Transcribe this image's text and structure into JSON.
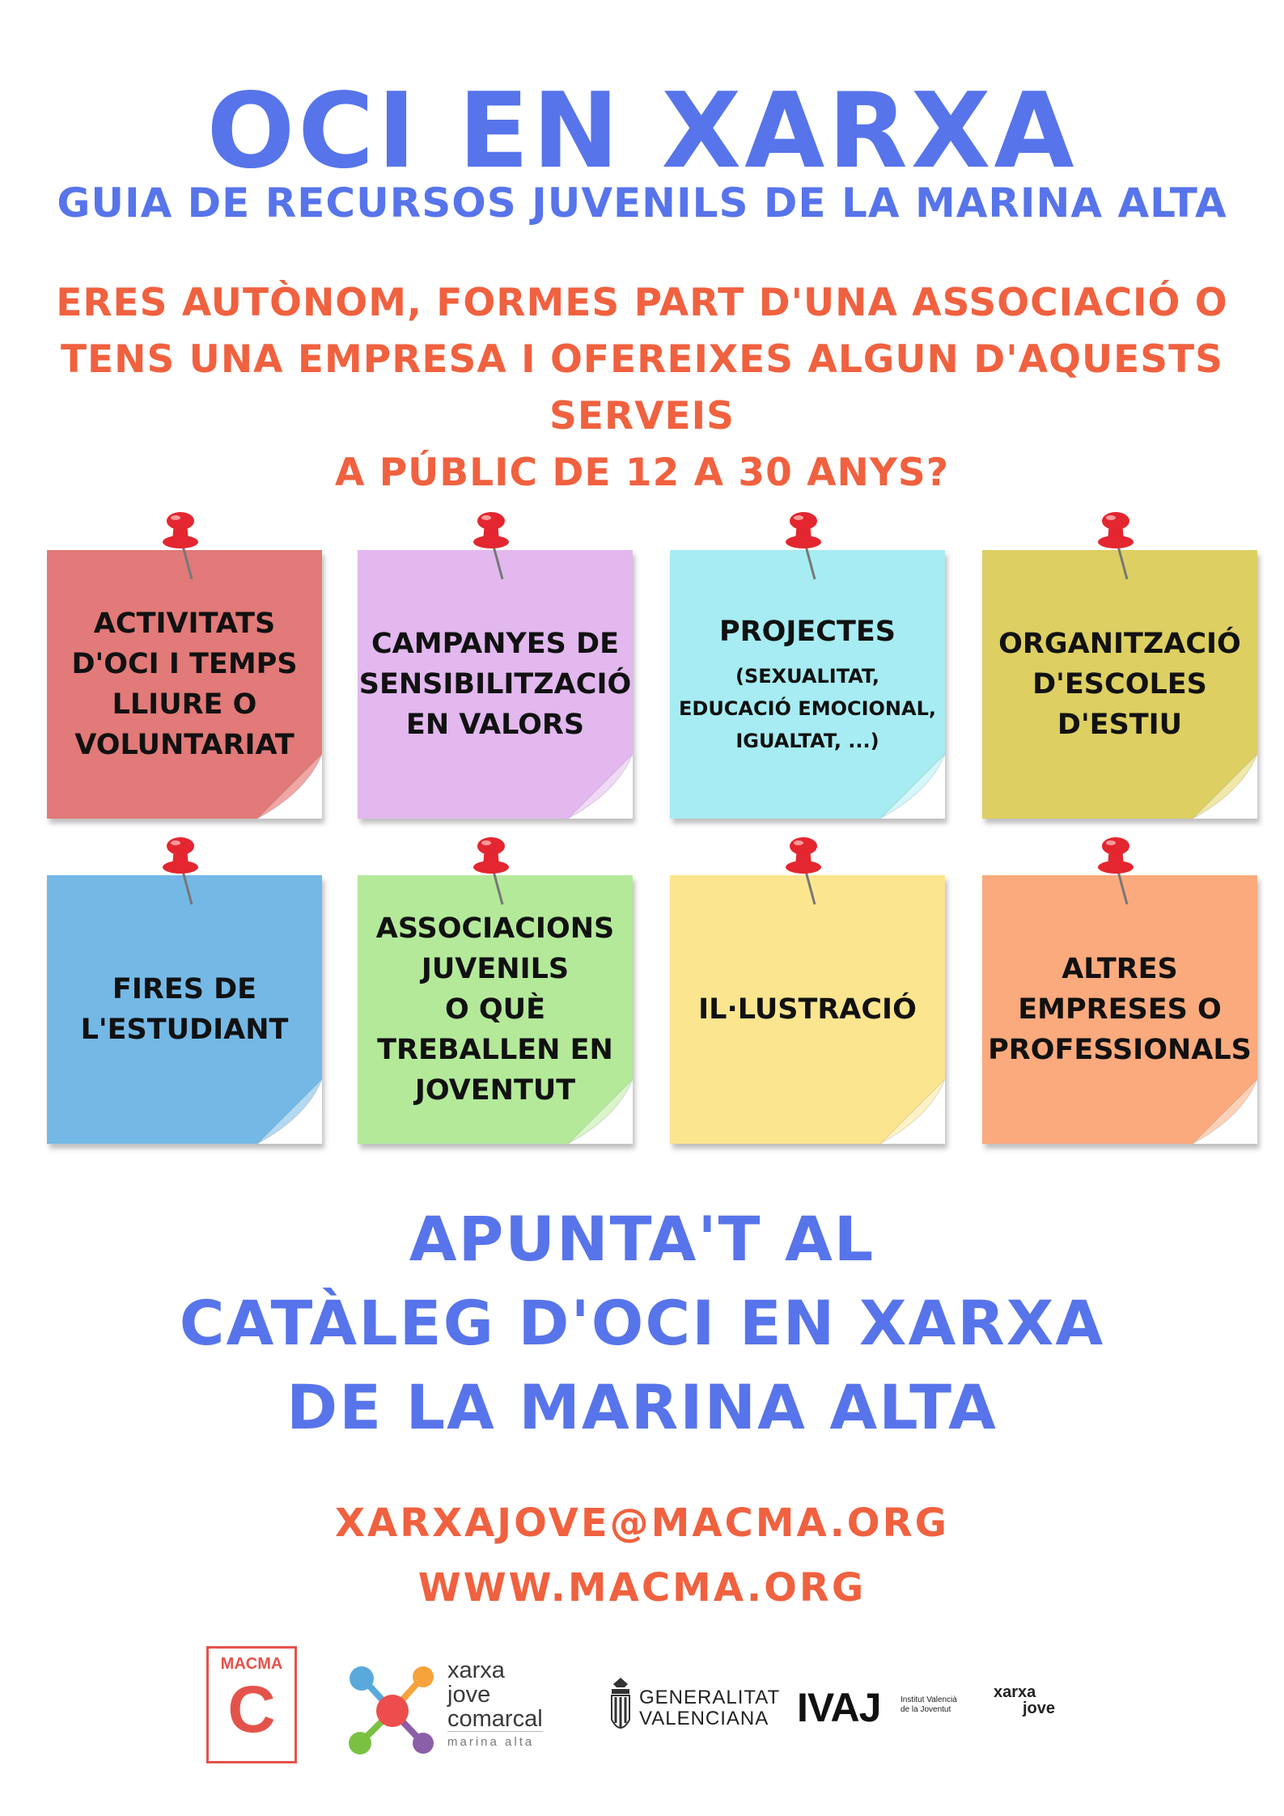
{
  "header": {
    "title": "OCI EN XARXA",
    "subtitle": "GUIA DE RECURSOS JUVENILS DE LA MARINA ALTA"
  },
  "question": {
    "line1": "ERES AUTÒNOM, FORMES PART D'UNA ASSOCIACIÓ O",
    "line2": "TENS UNA EMPRESA I OFEREIXES ALGUN D'AQUESTS SERVEIS",
    "line3": "A PÚBLIC DE 12 A 30 ANYS?"
  },
  "notes": [
    {
      "lines": [
        "ACTIVITATS",
        "D'OCI I TEMPS",
        "LLIURE O",
        "VOLUNTARIAT"
      ],
      "sub": [],
      "color": "#e17a78",
      "curl": "#f0a6a4"
    },
    {
      "lines": [
        "CAMPANYES DE",
        "SENSIBILITZACIÓ",
        "EN VALORS"
      ],
      "sub": [],
      "color": "#e2b8ef",
      "curl": "#f0d9f7"
    },
    {
      "lines": [
        "PROJECTES"
      ],
      "sub": [
        "(SEXUALITAT,",
        "EDUCACIÓ EMOCIONAL,",
        "IGUALTAT, ...)"
      ],
      "color": "#a6ecf2",
      "curl": "#d3f7fa"
    },
    {
      "lines": [
        "ORGANITZACIÓ",
        "D'ESCOLES",
        "D'ESTIU"
      ],
      "sub": [],
      "color": "#ddcf62",
      "curl": "#f0e8a8"
    },
    {
      "lines": [
        "FIRES DE",
        "L'ESTUDIANT"
      ],
      "sub": [],
      "color": "#74b8e6",
      "curl": "#b3d9f2"
    },
    {
      "lines": [
        "ASSOCIACIONS",
        "JUVENILS",
        "O QUÈ",
        "TREBALLEN EN",
        "JOVENTUT"
      ],
      "sub": [],
      "color": "#b4e99a",
      "curl": "#d9f5c9"
    },
    {
      "lines": [
        "IL·LUSTRACIÓ"
      ],
      "sub": [],
      "color": "#fce58f",
      "curl": "#fef2c6"
    },
    {
      "lines": [
        "ALTRES",
        "EMPRESES O",
        "PROFESSIONALS"
      ],
      "sub": [],
      "color": "#fbaa7d",
      "curl": "#fdd2b9"
    }
  ],
  "cta": {
    "line1": "APUNTA'T AL",
    "line2": "CATÀLEG D'OCI EN XARXA",
    "line3": "DE LA MARINA ALTA"
  },
  "contact": {
    "email": "XARXAJOVE@MACMA.ORG",
    "web": "WWW.MACMA.ORG"
  },
  "logos": {
    "macma_text": "MACMA",
    "macma_letter": "C",
    "xjc_line1": "xarxa",
    "xjc_line2": "jove",
    "xjc_line3": "comarcal",
    "xjc_line4": "marina alta",
    "gv_line1": "GENERALITAT",
    "gv_line2": "VALENCIANA",
    "ivaj": "IVAJ",
    "ivaj_sub1": "Institut Valencià",
    "ivaj_sub2": "de la Joventut",
    "xj_line1": "xarxa",
    "xj_line2": "jove"
  },
  "colors": {
    "title_blue": "#5774ea",
    "accent_orange": "#f0613f",
    "pin_red": "#e3262f"
  }
}
